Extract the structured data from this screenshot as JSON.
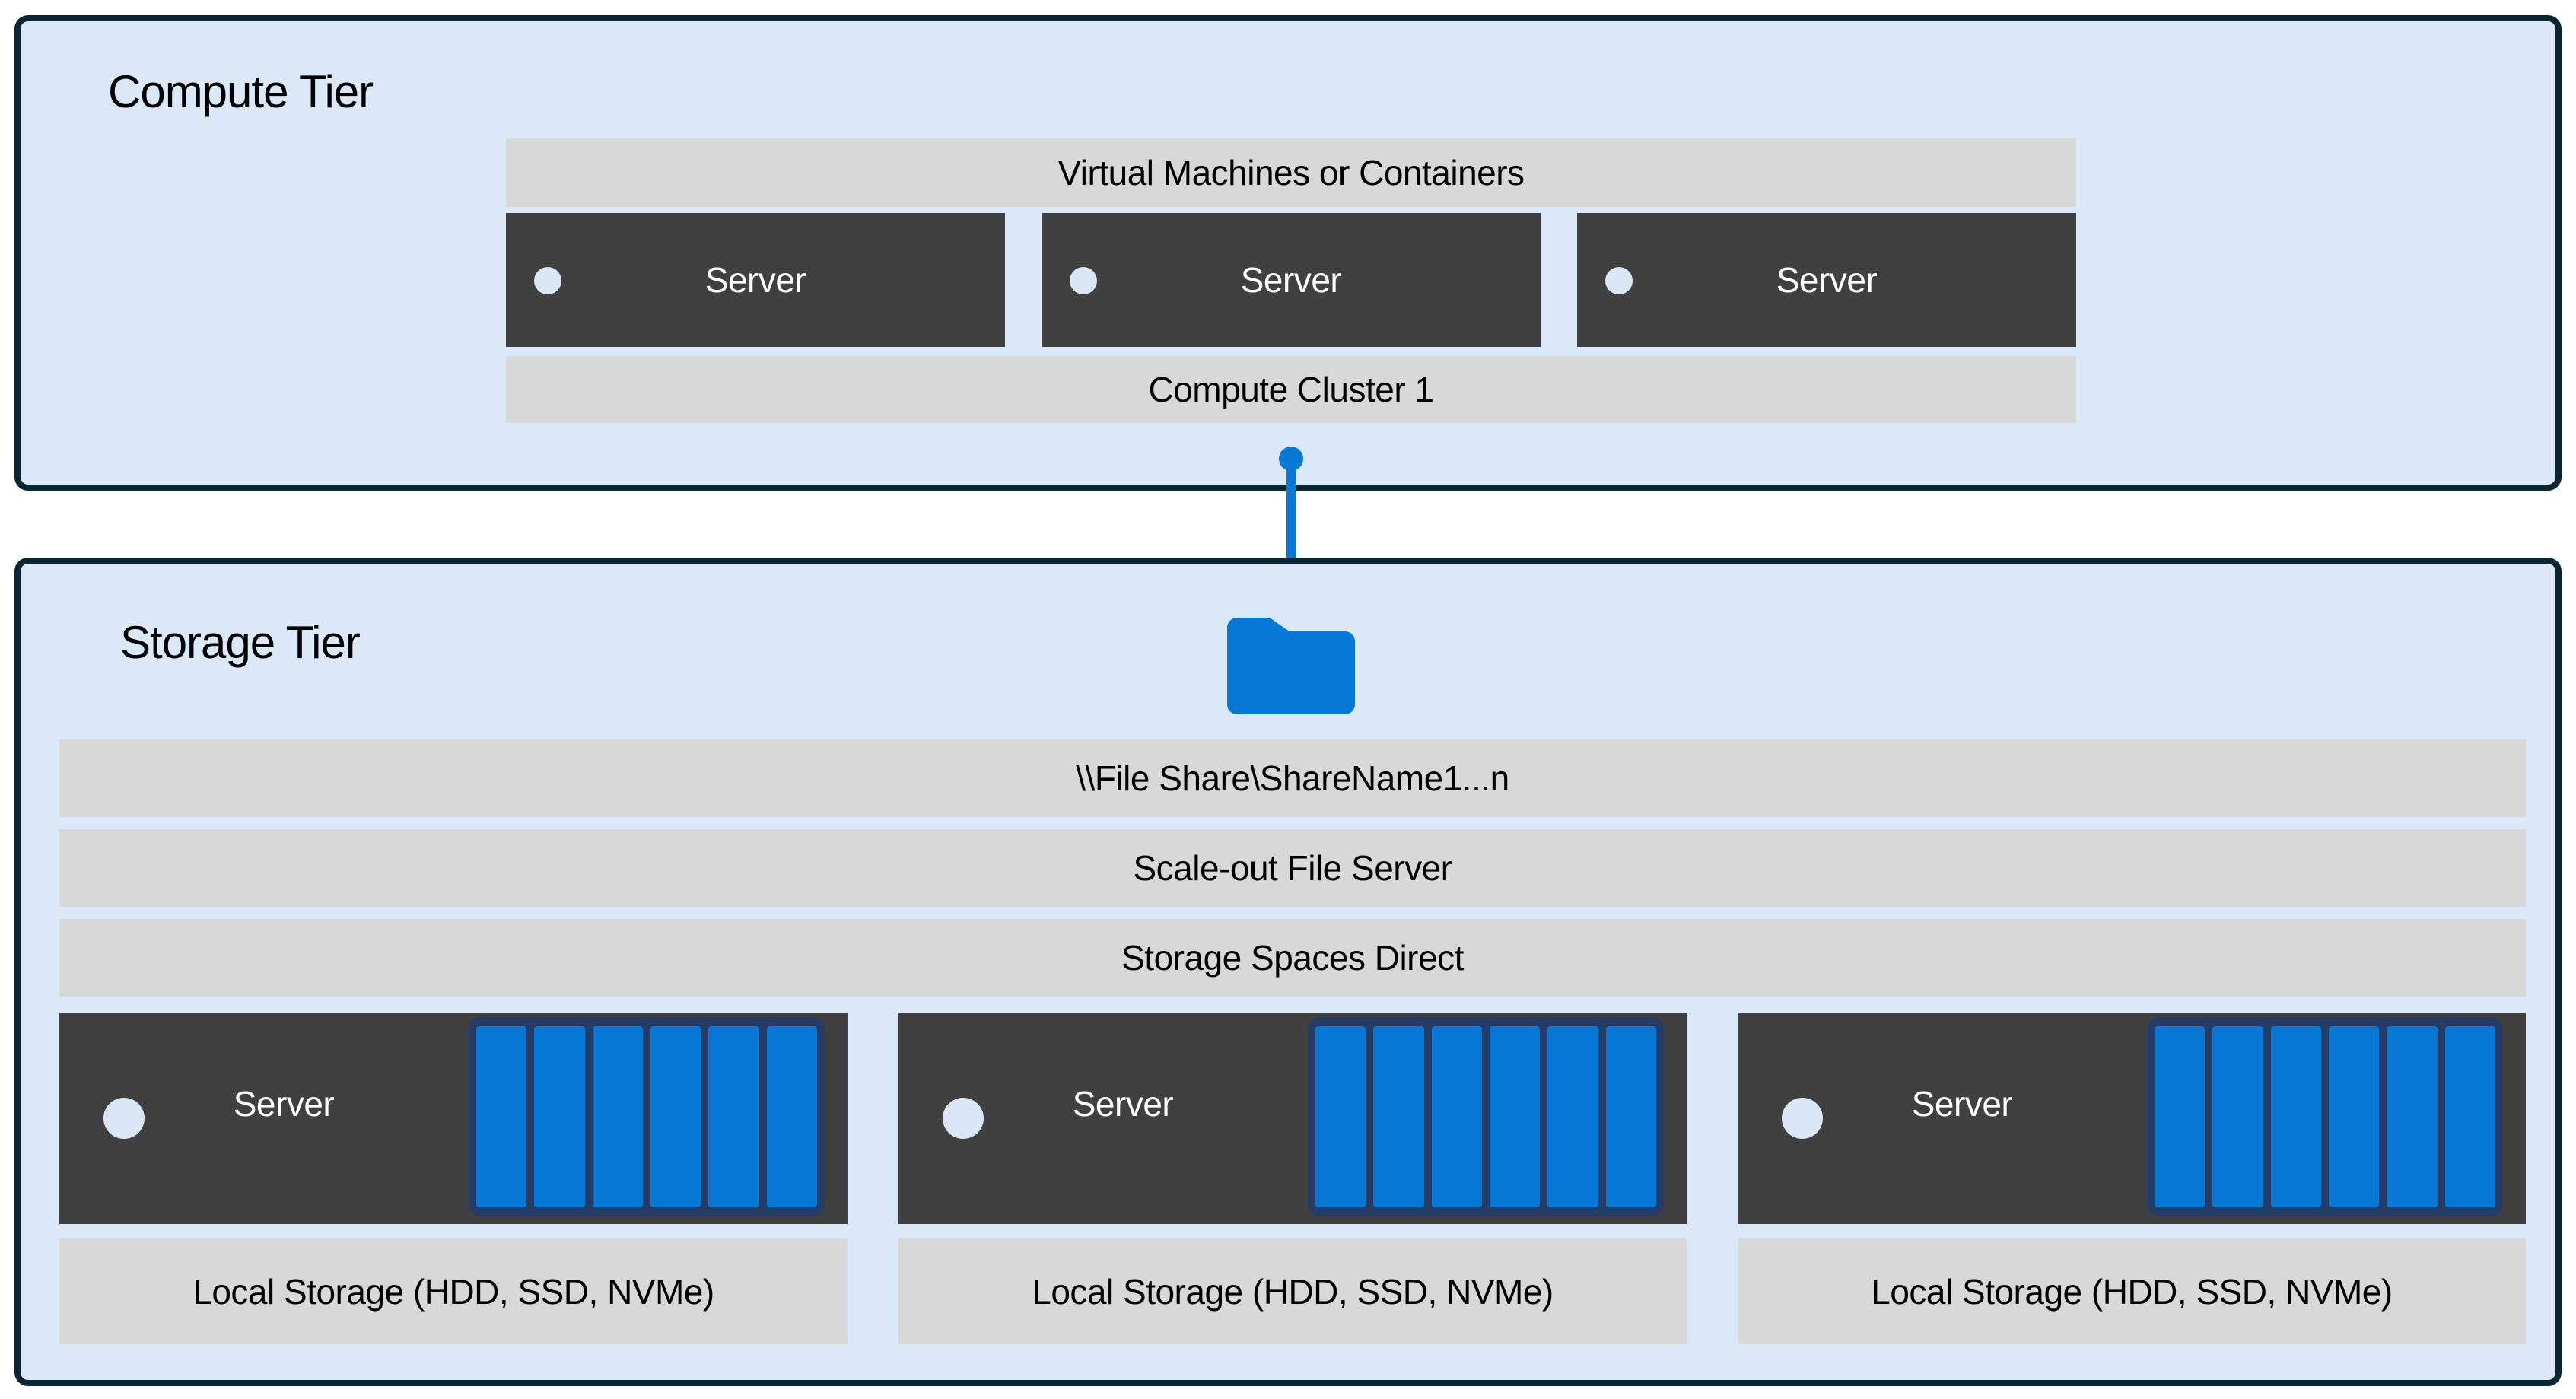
{
  "colors": {
    "canvas_background": "#ffffff",
    "tier_fill": "#dbe8f7",
    "tier_border": "#082634",
    "bar_fill": "#d8d8d8",
    "server_fill": "#404040",
    "accent_blue": "#0778d6",
    "disk_frame_navy": "#253c66",
    "led_light": "#d9e7f7",
    "text_dark": "#000000",
    "text_light": "#ffffff"
  },
  "compute_tier": {
    "title": "Compute Tier",
    "vm_bar_label": "Virtual Machines or Containers",
    "cluster_bar_label": "Compute Cluster 1",
    "servers": [
      {
        "label": "Server"
      },
      {
        "label": "Server"
      },
      {
        "label": "Server"
      }
    ]
  },
  "storage_tier": {
    "title": "Storage Tier",
    "bars": [
      {
        "label": "\\\\File Share\\ShareName1...n"
      },
      {
        "label": "Scale-out File Server"
      },
      {
        "label": "Storage Spaces Direct"
      }
    ],
    "disk_count": 6,
    "servers": [
      {
        "label": "Server",
        "local_storage_label": "Local Storage (HDD, SSD, NVMe)"
      },
      {
        "label": "Server",
        "local_storage_label": "Local Storage (HDD, SSD, NVMe)"
      },
      {
        "label": "Server",
        "local_storage_label": "Local Storage (HDD, SSD, NVMe)"
      }
    ]
  }
}
